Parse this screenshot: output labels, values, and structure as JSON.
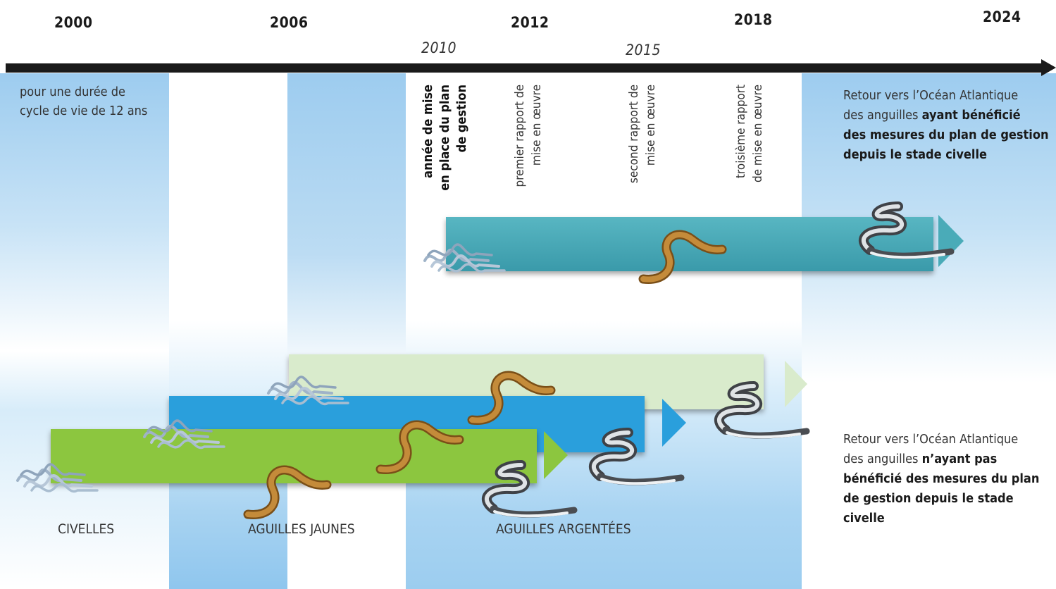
{
  "years_major": [
    "2000",
    "2006",
    "2012",
    "2018",
    "2024"
  ],
  "years_minor": [
    "2010",
    "2015"
  ],
  "cycle_note": [
    "pour une durée de",
    "cycle de vie de 12 ans"
  ],
  "milestones": {
    "plan": [
      "année de mise",
      "en place du plan",
      "de gestion"
    ],
    "first_report": [
      "premier rapport de",
      "mise en œuvre"
    ],
    "second_report": [
      "second rapport de",
      "mise en œuvre"
    ],
    "third_report": [
      "troisième rapport",
      "de mise en œuvre"
    ]
  },
  "stages": [
    "CIVELLES",
    "AGUILLES JAUNES",
    "AGUILLES ARGENTÉES"
  ],
  "return_benefit": {
    "line1": "Retour vers l’Océan Atlantique",
    "line2_plain": "des anguilles ",
    "line2_bold": "ayant bénéficié",
    "line3": "des mesures du plan de gestion",
    "line4": "depuis le stade civelle"
  },
  "return_no_benefit": {
    "line1": "Retour vers l’Océan Atlantique",
    "line2_plain": "des anguilles ",
    "line2_bold": "n’ayant pas",
    "line3": "bénéficié des mesures du plan",
    "line4": "de gestion depuis le stade civelle"
  },
  "colors": {
    "axis": "#1a1a1a",
    "band_blue": "#9dccef",
    "bar_teal": "#4aabb8",
    "bar_light_green": "#d9ebcc",
    "bar_blue": "#2a9fdc",
    "bar_green": "#8cc63f",
    "eel_yellow": "#b07a2e",
    "eel_silver": "#6f7378",
    "eel_glass": "#9fb3c8"
  },
  "icons": [
    "glass-eel-icon",
    "yellow-eel-icon",
    "silver-eel-icon"
  ]
}
